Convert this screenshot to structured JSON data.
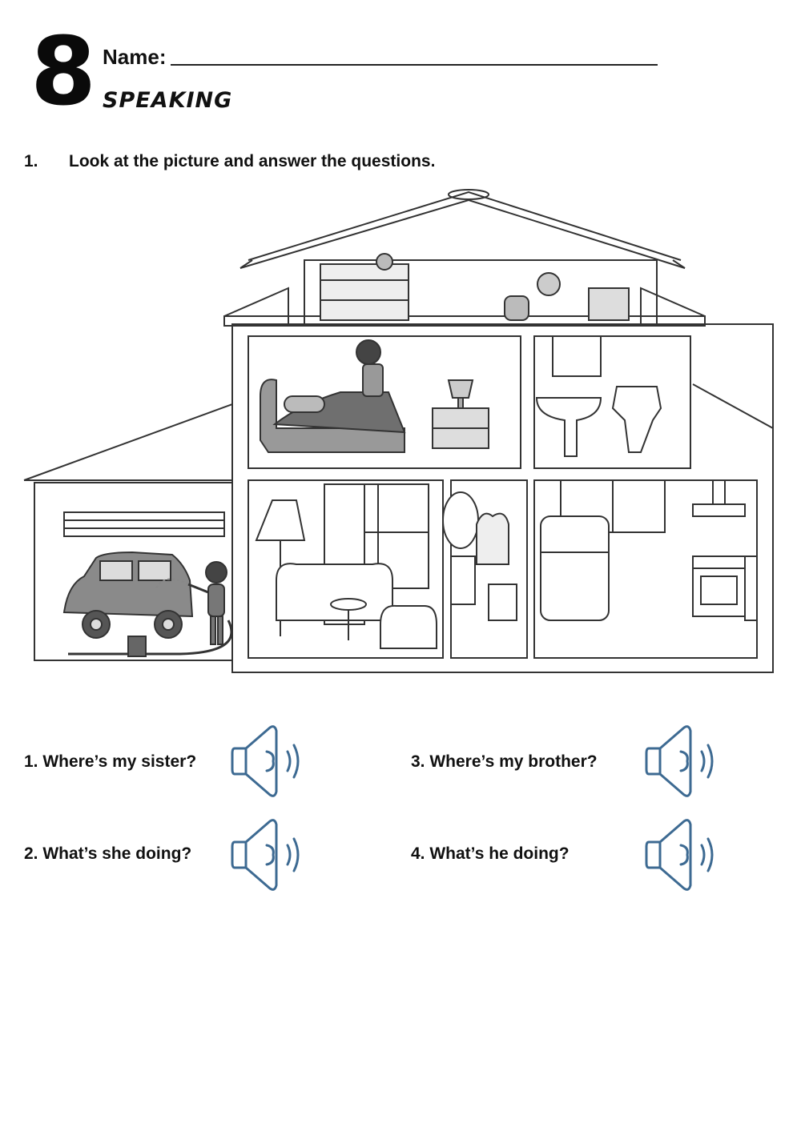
{
  "header": {
    "unit_number": "8",
    "name_label": "Name:",
    "section_title": "SPEAKING"
  },
  "instruction": {
    "number": "1.",
    "text": "Look at the picture and answer the questions."
  },
  "questions": [
    {
      "text": "1. Where’s my sister?",
      "icon": "speaker-icon"
    },
    {
      "text": "2. What’s she doing?",
      "icon": "speaker-icon"
    },
    {
      "text": "3. Where’s my brother?",
      "icon": "speaker-icon"
    },
    {
      "text": "4. What’s he doing?",
      "icon": "speaker-icon"
    }
  ],
  "colors": {
    "speaker_stroke": "#3d6a92",
    "line_art": "#333333"
  }
}
